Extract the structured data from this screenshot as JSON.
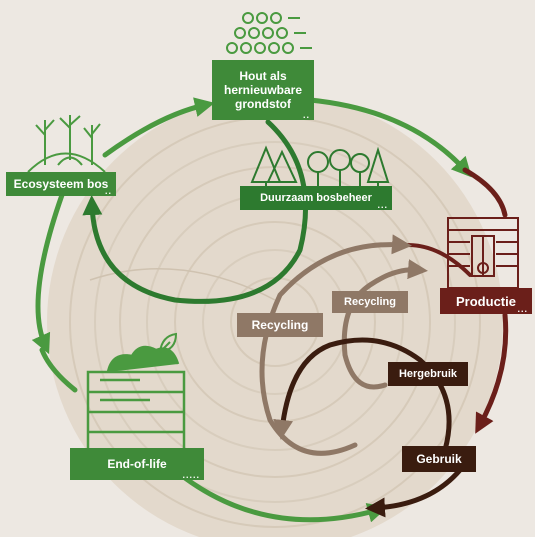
{
  "labels": {
    "hout": "Hout als hernieuwbare grondstof",
    "ecosysteem": "Ecosysteem bos",
    "beheer": "Duurzaam bosbeheer",
    "productie": "Productie",
    "recycling_outer": "Recycling",
    "recycling_inner": "Recycling",
    "hergebruik": "Hergebruik",
    "gebruik": "Gebruik",
    "endoflife": "End-of-life"
  },
  "dots": {
    "short": "..",
    "medium": "...",
    "long": "....."
  },
  "colors": {
    "background": "#ede8e2",
    "wood": "#e3d9cc",
    "green": "#3f8a39",
    "dark_green": "#2d7a2f",
    "maroon": "#6b1f1a",
    "dark_brown": "#3a1c0f",
    "tan": "#8f7866"
  },
  "icons": [
    "logs-icon",
    "dead-trees-globe-icon",
    "forest-icon",
    "window-icon",
    "compost-bin-icon",
    "leaf-icon"
  ]
}
